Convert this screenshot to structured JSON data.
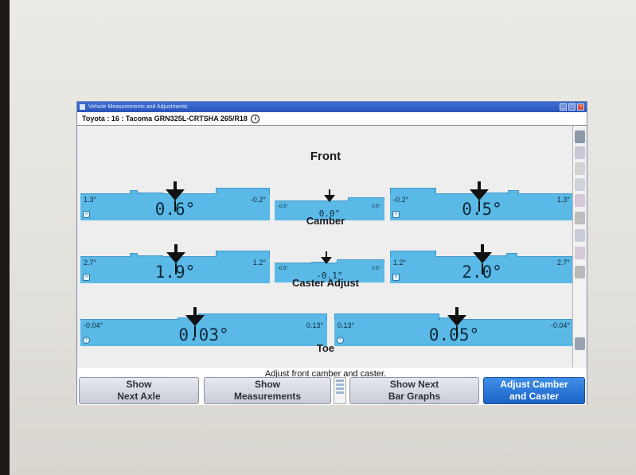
{
  "window": {
    "title": "Vehicle Measurements and Adjustments"
  },
  "vehicle": {
    "label": "Toyota : 16 : Tacoma GRN325L-CRTSHA 265/R18",
    "info_icon": "i"
  },
  "sections": {
    "front": "Front",
    "camber": "Camber",
    "caster": "Caster Adjust",
    "toe": "Toe"
  },
  "camber": {
    "left": {
      "min": "1.3°",
      "max": "-0.2°",
      "value": "0.6°"
    },
    "cross": {
      "min": "-0.5°",
      "max": "0.5°",
      "value": "0.0°"
    },
    "right": {
      "min": "-0.2°",
      "max": "1.3°",
      "value": "0.5°"
    }
  },
  "caster": {
    "left": {
      "min": "2.7°",
      "max": "1.2°",
      "value": "1.9°"
    },
    "cross": {
      "min": "-0.5°",
      "max": "0.5°",
      "value": "-0.1°"
    },
    "right": {
      "min": "1.2°",
      "max": "2.7°",
      "value": "2.0°"
    }
  },
  "toe": {
    "left": {
      "min": "-0.04°",
      "max": "0.13°",
      "value": "0.03°"
    },
    "right": {
      "min": "0.13°",
      "max": "-0.04°",
      "value": "0.05°"
    }
  },
  "status": "Adjust front camber and caster.",
  "buttons": {
    "next_axle": [
      "Show",
      "Next Axle"
    ],
    "measurements": [
      "Show",
      "Measurements"
    ],
    "next_bar_graphs": [
      "Show Next",
      "Bar Graphs"
    ],
    "adjust": [
      "Adjust Camber",
      "and Caster"
    ]
  },
  "colors": {
    "bar": "#5ab9e6",
    "primary_button": "#1c63c6",
    "titlebar": "#2a55b8"
  }
}
